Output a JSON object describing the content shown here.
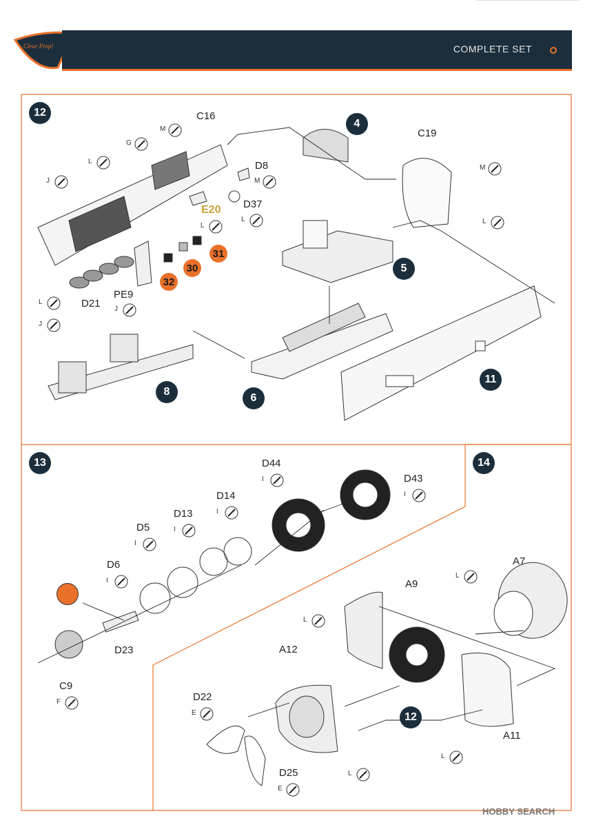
{
  "header": {
    "title": "COMPLETE SET",
    "logo_text": "Clear Prop!"
  },
  "steps": {
    "s12": "12",
    "s13": "13",
    "s14": "14"
  },
  "step12": {
    "subassemblies": [
      "4",
      "5",
      "6",
      "8",
      "11"
    ],
    "parts": [
      "C16",
      "C19",
      "D8",
      "D37",
      "D21",
      "PE9",
      "E20"
    ],
    "refs": [
      "30",
      "31",
      "32"
    ]
  },
  "step13": {
    "parts": [
      "D44",
      "D43",
      "D14",
      "D13",
      "D5",
      "D6",
      "D23",
      "C9"
    ]
  },
  "step14": {
    "parts": [
      "A7",
      "A9",
      "A12",
      "A11",
      "D22",
      "D25"
    ],
    "subassembly": "12"
  },
  "paint_codes": {
    "M": "M",
    "G": "G",
    "L": "L",
    "J": "J",
    "I": "I",
    "F": "F",
    "E": "E"
  },
  "watermark": "HOBBY SEARCH",
  "colors": {
    "header_bg": "#1c2e3c",
    "accent": "#e9712a",
    "step_bg": "#1c2e3c"
  }
}
